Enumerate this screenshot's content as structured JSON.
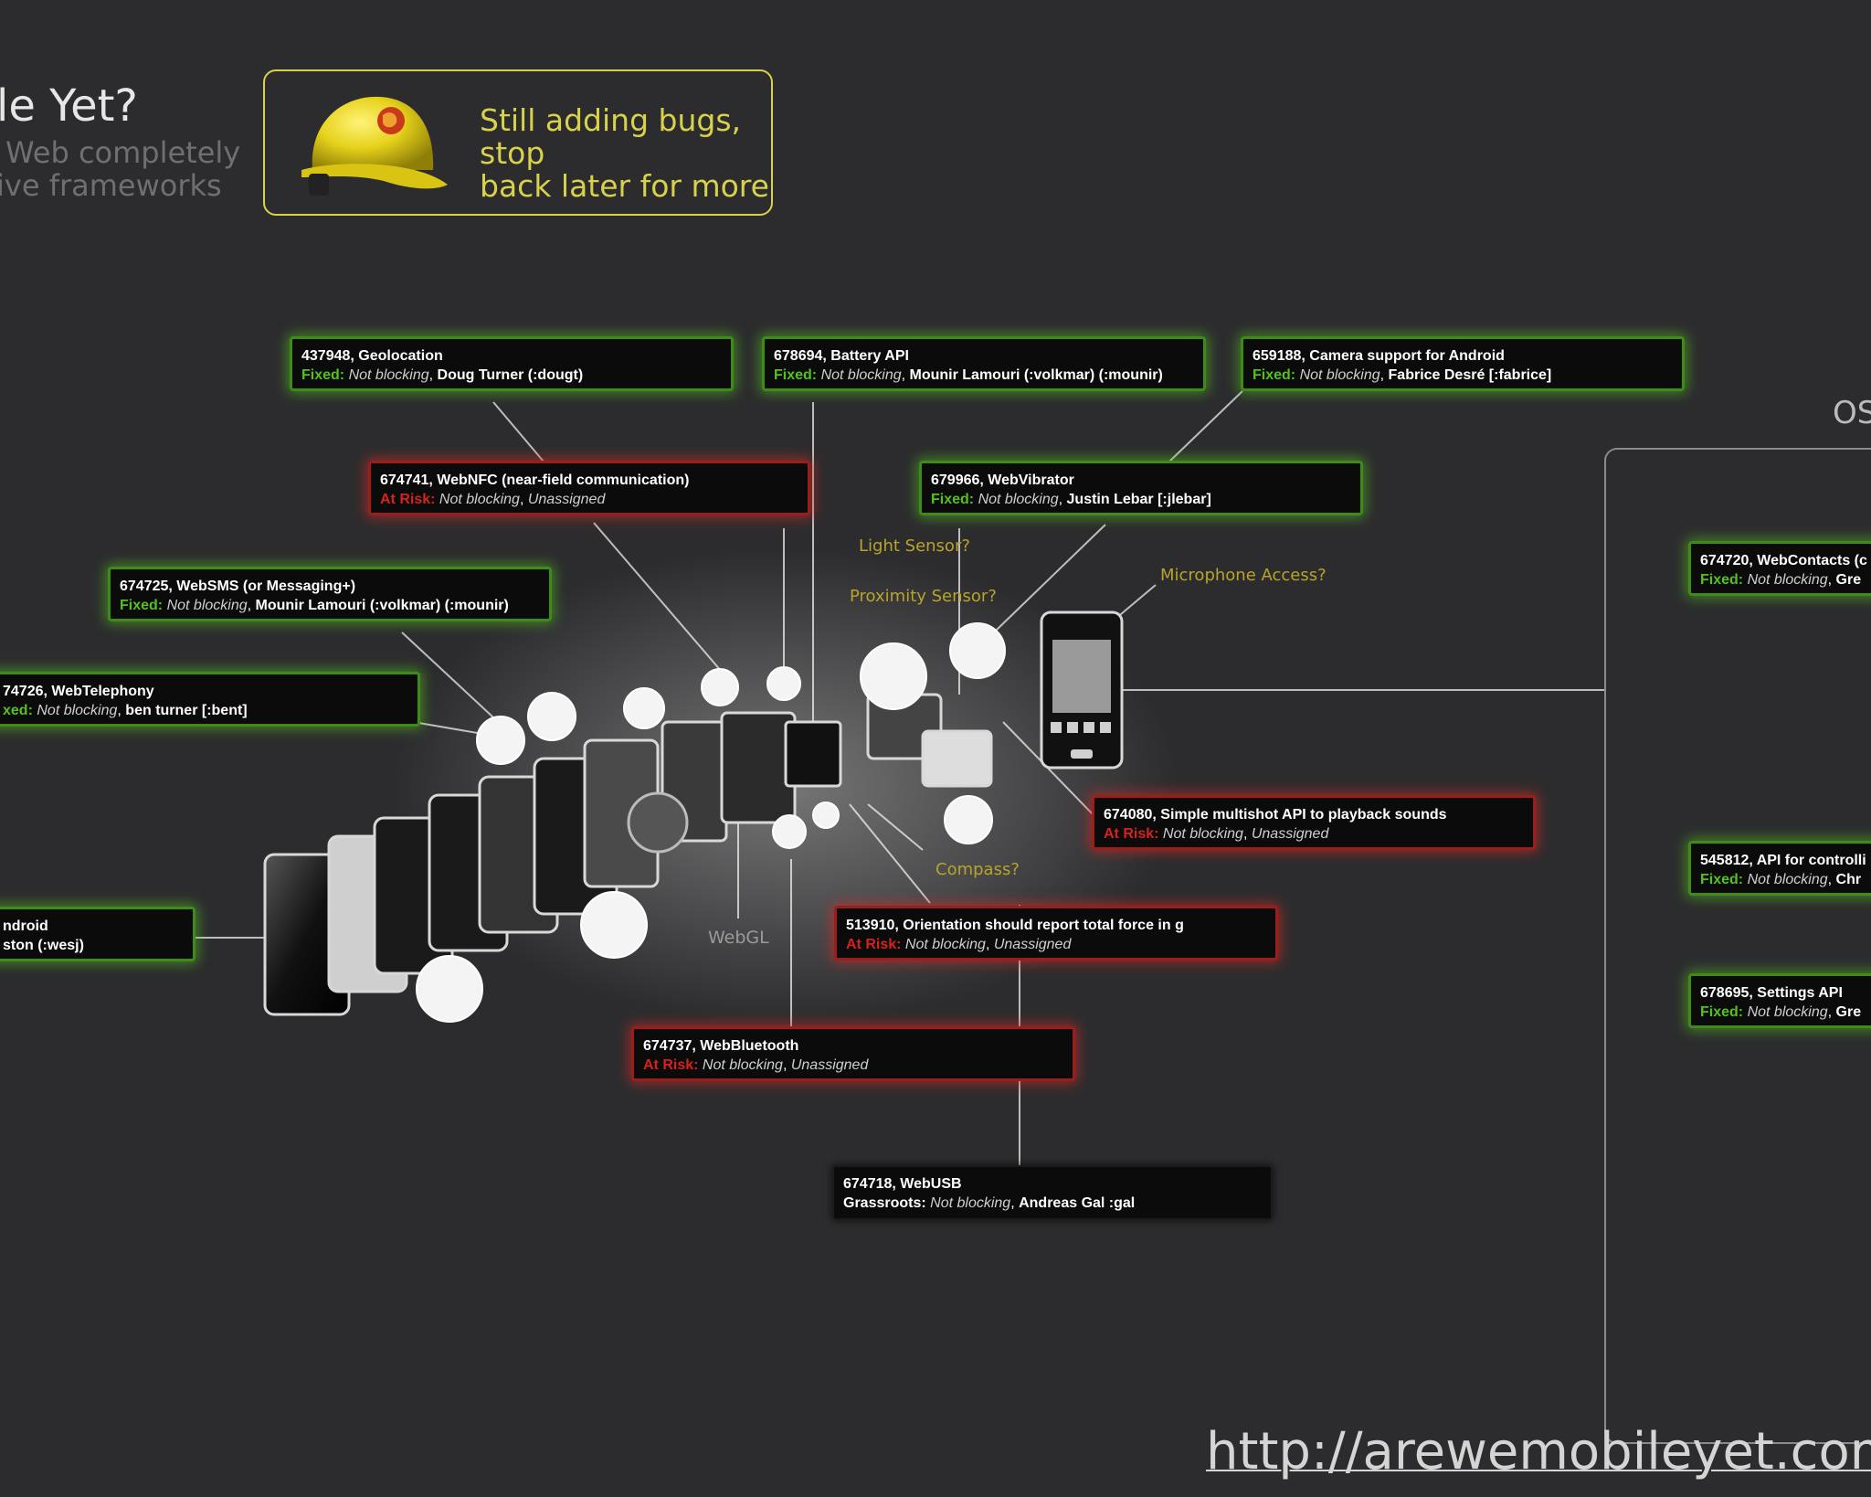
{
  "header": {
    "title": "le Yet?",
    "subtitle_line1": "Web completely",
    "subtitle_line2": "ive frameworks"
  },
  "notice": {
    "line1": "Still adding bugs, stop",
    "line2": "back later for more",
    "icon": "hard-hat-icon"
  },
  "cards": [
    {
      "id": "geolocation",
      "title": "437948, Geolocation",
      "type": "fixed",
      "status": "Fixed:",
      "blocking": "Not blocking",
      "owner": "Doug Turner (:dougt)"
    },
    {
      "id": "battery",
      "title": "678694, Battery API",
      "type": "fixed",
      "status": "Fixed:",
      "blocking": "Not blocking",
      "owner": "Mounir Lamouri (:volkmar) (:mounir)"
    },
    {
      "id": "camera",
      "title": "659188, Camera support for Android",
      "type": "fixed",
      "status": "Fixed:",
      "blocking": "Not blocking",
      "owner": "Fabrice Desré [:fabrice]"
    },
    {
      "id": "webnfc",
      "title": "674741, WebNFC (near-field communication)",
      "type": "risk",
      "status": "At Risk:",
      "blocking": "Not blocking",
      "owner": "Unassigned"
    },
    {
      "id": "webvibrator",
      "title": "679966, WebVibrator",
      "type": "fixed",
      "status": "Fixed:",
      "blocking": "Not blocking",
      "owner": "Justin Lebar [:jlebar]"
    },
    {
      "id": "websms",
      "title": "674725, WebSMS (or Messaging+)",
      "type": "fixed",
      "status": "Fixed:",
      "blocking": "Not blocking",
      "owner": "Mounir Lamouri (:volkmar) (:mounir)"
    },
    {
      "id": "webtelephony",
      "title": "74726, WebTelephony",
      "type": "fixed",
      "status": "xed:",
      "blocking": "Not blocking",
      "owner": "ben turner [:bent]"
    },
    {
      "id": "android",
      "title": "ndroid",
      "type": "fixed",
      "status": "ston (:wesj)",
      "blocking": "",
      "owner": ""
    },
    {
      "id": "multishot",
      "title": "674080, Simple multishot API to playback sounds",
      "type": "risk",
      "status": "At Risk:",
      "blocking": "Not blocking",
      "owner": "Unassigned"
    },
    {
      "id": "orientation",
      "title": "513910, Orientation should report total force in g",
      "type": "risk",
      "status": "At Risk:",
      "blocking": "Not blocking",
      "owner": "Unassigned"
    },
    {
      "id": "webbluetooth",
      "title": "674737, WebBluetooth",
      "type": "risk",
      "status": "At Risk:",
      "blocking": "Not blocking",
      "owner": "Unassigned"
    },
    {
      "id": "webusb",
      "title": "674718, WebUSB",
      "type": "grass",
      "status": "Grassroots:",
      "blocking": "Not blocking",
      "owner": "Andreas Gal :gal"
    },
    {
      "id": "webcontacts",
      "title": "674720, WebContacts (c",
      "type": "fixed",
      "status": "Fixed:",
      "blocking": "Not blocking",
      "owner": "Gre"
    },
    {
      "id": "controlling",
      "title": "545812, API for controlli",
      "type": "fixed",
      "status": "Fixed:",
      "blocking": "Not blocking",
      "owner": "Chr"
    },
    {
      "id": "settings",
      "title": "678695, Settings API",
      "type": "fixed",
      "status": "Fixed:",
      "blocking": "Not blocking",
      "owner": "Gre"
    }
  ],
  "sensor_labels": {
    "light": "Light Sensor?",
    "proximity": "Proximity Sensor?",
    "microphone": "Microphone Access?",
    "compass": "Compass?",
    "webgl": "WebGL"
  },
  "os_label": "OS",
  "url": "http://arewemobileyet.com/"
}
